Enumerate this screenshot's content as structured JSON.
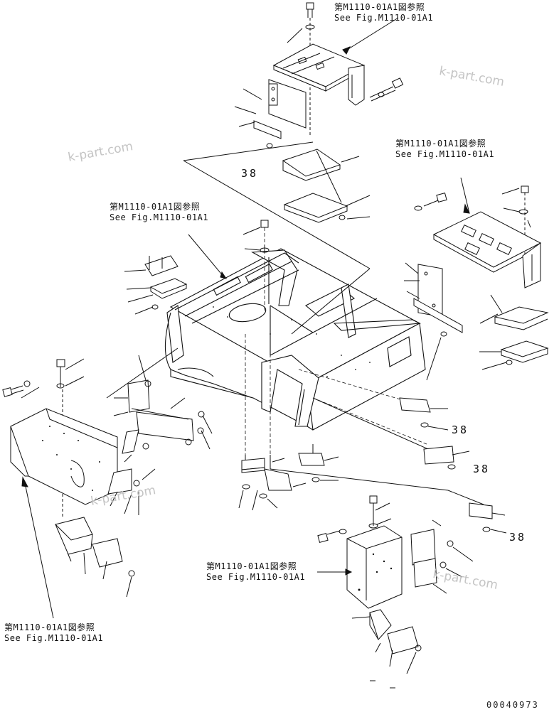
{
  "callouts": [
    {
      "jp": "第M1110-01A1図参照",
      "en": "See Fig.M1110-01A1"
    },
    {
      "jp": "第M1110-01A1図参照",
      "en": "See Fig.M1110-01A1"
    },
    {
      "jp": "第M1110-01A1図参照",
      "en": "See Fig.M1110-01A1"
    },
    {
      "jp": "第M1110-01A1図参照",
      "en": "See Fig.M1110-01A1"
    },
    {
      "jp": "第M1110-01A1図参照",
      "en": "See Fig.M1110-01A1"
    }
  ],
  "part_numbers": [
    "38",
    "38",
    "38",
    "38"
  ],
  "watermarks": [
    "k-part.com",
    "k-part.com",
    "k-part.com",
    "k-part.com"
  ],
  "drawing_code": "00040973",
  "colors": {
    "line": "#111111",
    "watermark": "#c4c4c4",
    "background": "#ffffff"
  }
}
